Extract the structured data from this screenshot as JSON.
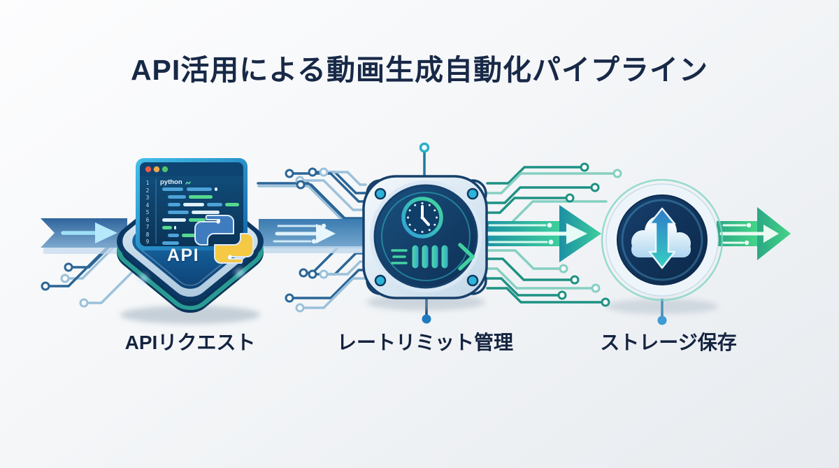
{
  "title": "API活用による動画生成自動化パイプライン",
  "stages": [
    {
      "id": "api-request",
      "label": "APIリクエスト"
    },
    {
      "id": "rate-limit",
      "label": "レートリミット管理"
    },
    {
      "id": "storage-save",
      "label": "ストレージ保存"
    }
  ],
  "chip_window": {
    "title": "python",
    "line_numbers": "1\n2\n3\n4\n5\n6\n7\n8\n9",
    "chip_label": "API"
  },
  "icons": {
    "stage1": "python-api-chip-icon",
    "stage2": "rate-limit-clock-gauge-icon",
    "stage3": "cloud-storage-updown-icon"
  },
  "colors": {
    "title_text": "#182947",
    "label_text": "#14233f",
    "band_blue": "#3a76ab",
    "arrow_teal": "#27a896",
    "arrow_green": "#36c183",
    "trace_blue": "#2b6596",
    "trace_teal": "#1e9183",
    "python_blue": "#3f7cbf",
    "python_yellow": "#f5c944"
  }
}
